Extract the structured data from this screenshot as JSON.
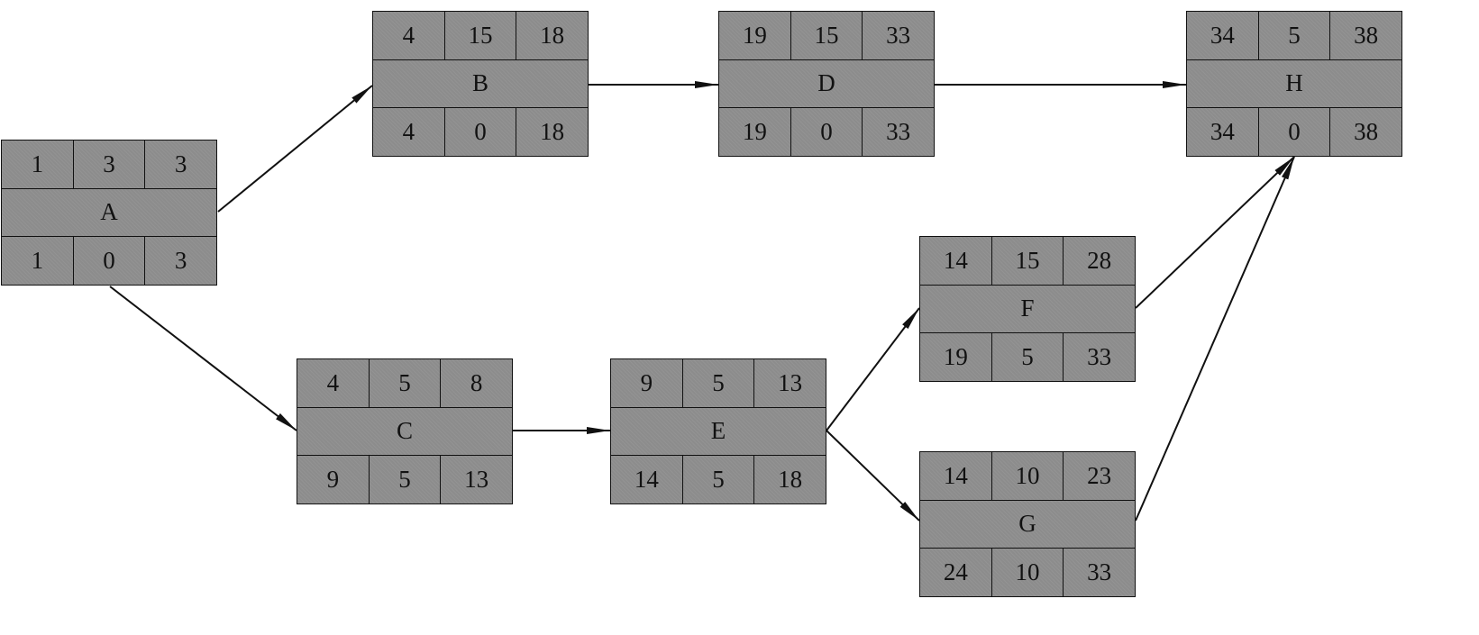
{
  "nodes": {
    "A": {
      "label": "A",
      "top": [
        "1",
        "3",
        "3"
      ],
      "bottom": [
        "1",
        "0",
        "3"
      ]
    },
    "B": {
      "label": "B",
      "top": [
        "4",
        "15",
        "18"
      ],
      "bottom": [
        "4",
        "0",
        "18"
      ]
    },
    "C": {
      "label": "C",
      "top": [
        "4",
        "5",
        "8"
      ],
      "bottom": [
        "9",
        "5",
        "13"
      ]
    },
    "D": {
      "label": "D",
      "top": [
        "19",
        "15",
        "33"
      ],
      "bottom": [
        "19",
        "0",
        "33"
      ]
    },
    "E": {
      "label": "E",
      "top": [
        "9",
        "5",
        "13"
      ],
      "bottom": [
        "14",
        "5",
        "18"
      ]
    },
    "F": {
      "label": "F",
      "top": [
        "14",
        "15",
        "28"
      ],
      "bottom": [
        "19",
        "5",
        "33"
      ]
    },
    "G": {
      "label": "G",
      "top": [
        "14",
        "10",
        "23"
      ],
      "bottom": [
        "24",
        "10",
        "33"
      ]
    },
    "H": {
      "label": "H",
      "top": [
        "34",
        "5",
        "38"
      ],
      "bottom": [
        "34",
        "0",
        "38"
      ]
    }
  },
  "edges": [
    [
      "A",
      "B"
    ],
    [
      "A",
      "C"
    ],
    [
      "B",
      "D"
    ],
    [
      "D",
      "H"
    ],
    [
      "C",
      "E"
    ],
    [
      "E",
      "F"
    ],
    [
      "E",
      "G"
    ],
    [
      "F",
      "H"
    ],
    [
      "G",
      "H"
    ]
  ],
  "colors": {
    "node_fill": "#8c8c8c",
    "line": "#111111"
  }
}
